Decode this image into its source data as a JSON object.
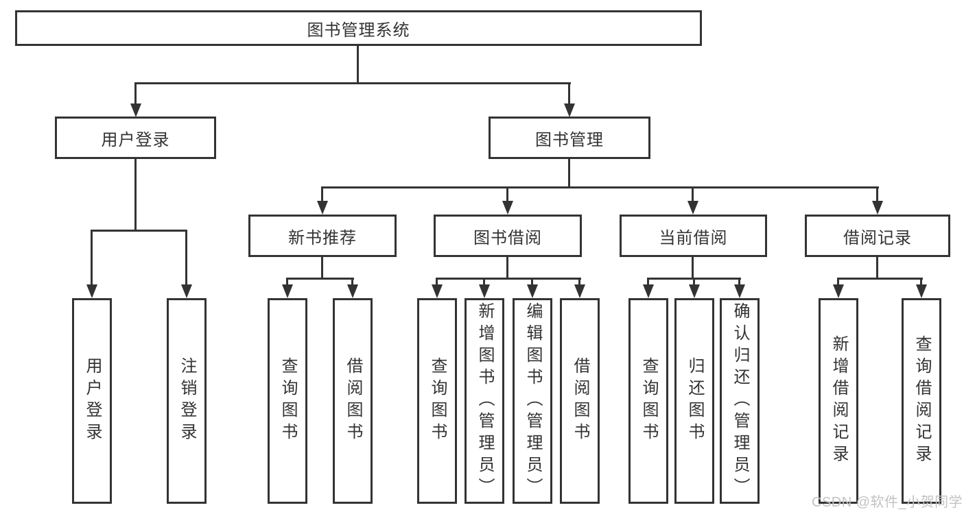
{
  "tree": {
    "root": {
      "label": "图书管理系统"
    },
    "children": [
      {
        "label": "用户登录",
        "children": [
          {
            "label": "用户登录"
          },
          {
            "label": "注销登录"
          }
        ]
      },
      {
        "label": "图书管理",
        "children": [
          {
            "label": "新书推荐",
            "children": [
              {
                "label": "查询图书"
              },
              {
                "label": "借阅图书"
              }
            ]
          },
          {
            "label": "图书借阅",
            "children": [
              {
                "label": "查询图书"
              },
              {
                "label": "新增图书（管理员）"
              },
              {
                "label": "编辑图书（管理员）"
              },
              {
                "label": "借阅图书"
              }
            ]
          },
          {
            "label": "当前借阅",
            "children": [
              {
                "label": "查询图书"
              },
              {
                "label": "归还图书"
              },
              {
                "label": "确认归还（管理员）"
              }
            ]
          },
          {
            "label": "借阅记录",
            "children": [
              {
                "label": "新增借阅记录"
              },
              {
                "label": "查询借阅记录"
              }
            ]
          }
        ]
      }
    ]
  },
  "watermark": {
    "text": "CSDN @软件_小贺同学"
  },
  "colors": {
    "line": "#333333",
    "box_background": "#ffffff",
    "text": "#333333",
    "watermark": "#c2c2c2"
  }
}
